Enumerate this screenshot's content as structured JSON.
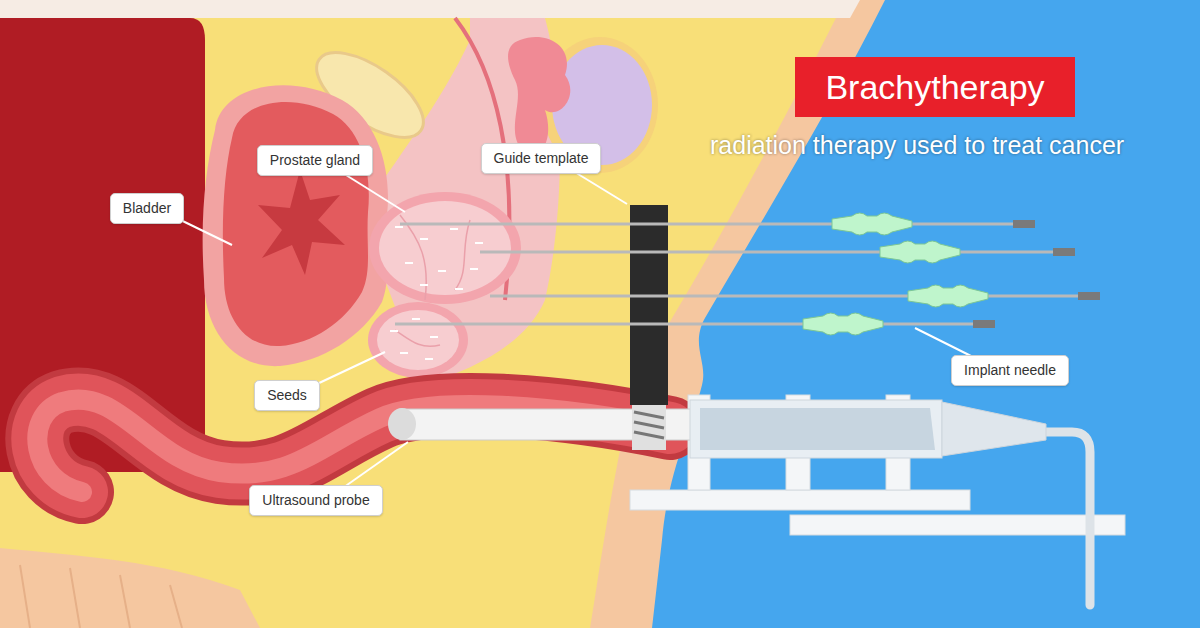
{
  "diagram": {
    "title": "Brachytherapy",
    "caption": "radiation therapy used to treat cancer",
    "nodes": [
      {
        "text": [
          "Prostate gland"
        ]
      },
      {
        "text": [
          "Guide template"
        ]
      },
      {
        "text": [
          "Bladder"
        ]
      },
      {
        "text": [
          "Implant needle"
        ]
      },
      {
        "text": [
          "Seeds"
        ]
      },
      {
        "text": [
          "Ultrasound probe"
        ]
      }
    ]
  }
}
